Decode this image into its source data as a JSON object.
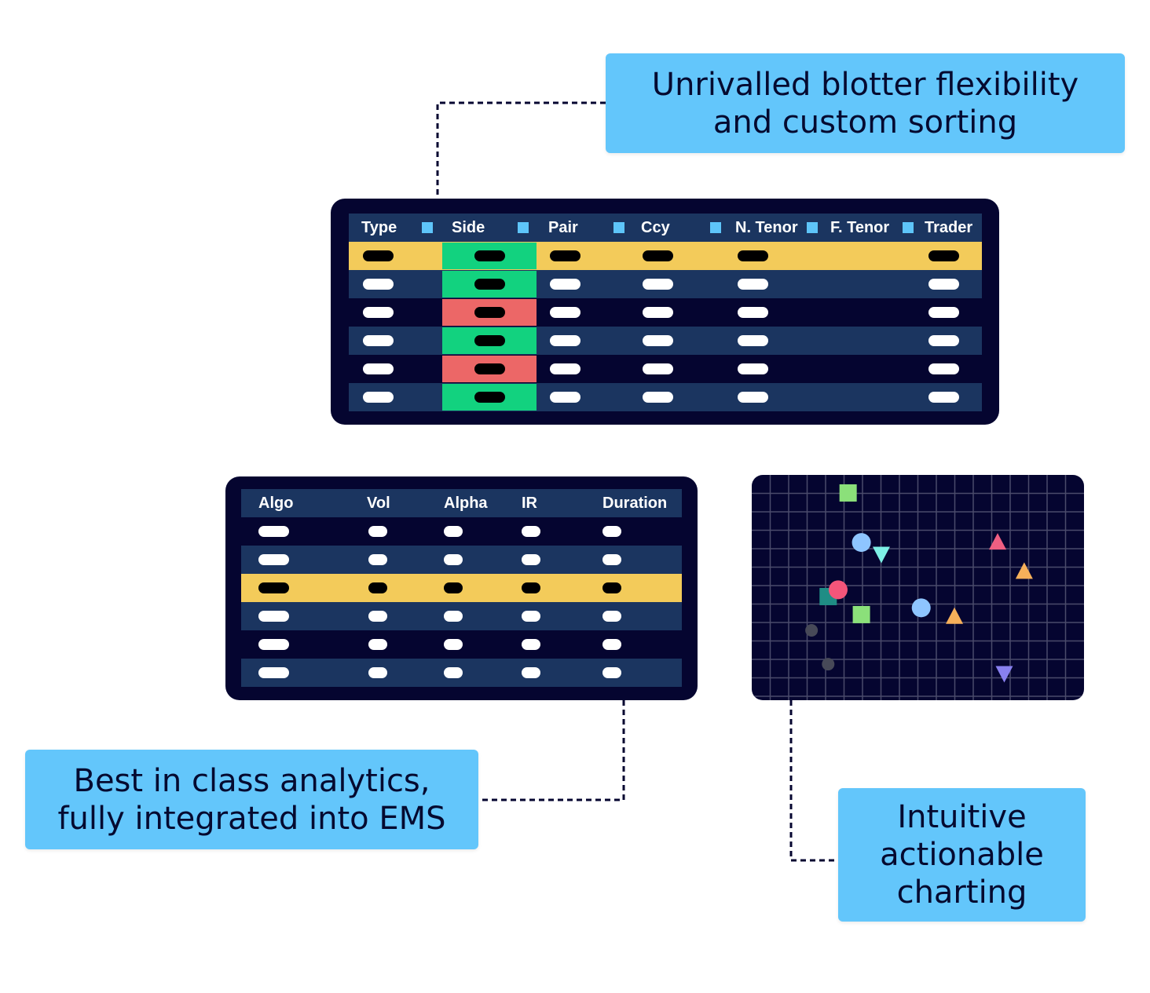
{
  "callouts": {
    "blotter": [
      "Unrivalled blotter flexibility",
      "and custom sorting"
    ],
    "analytics": [
      "Best in class analytics,",
      "fully integrated into EMS"
    ],
    "charting": [
      "Intuitive",
      "actionable",
      "charting"
    ]
  },
  "blotter": {
    "columns": [
      "Type",
      "Side",
      "Pair",
      "Ccy",
      "N. Tenor",
      "F. Tenor",
      "Trader"
    ],
    "sort_icon": "square-sort-icon",
    "rows": [
      {
        "side": "buy",
        "selected": true
      },
      {
        "side": "buy",
        "selected": false
      },
      {
        "side": "sell",
        "selected": false
      },
      {
        "side": "buy",
        "selected": false
      },
      {
        "side": "sell",
        "selected": false
      },
      {
        "side": "buy",
        "selected": false
      }
    ]
  },
  "analytics": {
    "columns": [
      "Algo",
      "Vol",
      "Alpha",
      "IR",
      "Duration"
    ],
    "rows": [
      {
        "selected": false
      },
      {
        "selected": false
      },
      {
        "selected": true
      },
      {
        "selected": false
      },
      {
        "selected": false
      },
      {
        "selected": false
      }
    ]
  },
  "colors": {
    "callout": "#63c6fb",
    "panel": "#050530",
    "row_alt": "#1b3560",
    "selected": "#f3cb5a",
    "buy": "#12d27f",
    "sell": "#ec6767"
  },
  "chart_data": {
    "type": "scatter",
    "grid": true,
    "points": [
      {
        "shape": "square",
        "color": "#8be07a",
        "x": 0.29,
        "y": 0.92
      },
      {
        "shape": "circle",
        "color": "#8ec5ff",
        "x": 0.33,
        "y": 0.7
      },
      {
        "shape": "triangle-down",
        "color": "#7ef0e6",
        "x": 0.39,
        "y": 0.65
      },
      {
        "shape": "triangle-up",
        "color": "#ef5f82",
        "x": 0.74,
        "y": 0.7
      },
      {
        "shape": "triangle-up",
        "color": "#f6b05a",
        "x": 0.82,
        "y": 0.57
      },
      {
        "shape": "square",
        "color": "#1f8d85",
        "x": 0.23,
        "y": 0.46
      },
      {
        "shape": "circle",
        "color": "#f4557a",
        "x": 0.26,
        "y": 0.49
      },
      {
        "shape": "square",
        "color": "#8be07a",
        "x": 0.33,
        "y": 0.38
      },
      {
        "shape": "circle",
        "color": "#8ec5ff",
        "x": 0.51,
        "y": 0.41
      },
      {
        "shape": "triangle-up",
        "color": "#f6b05a",
        "x": 0.61,
        "y": 0.37
      },
      {
        "shape": "circle",
        "color": "#474958",
        "x": 0.18,
        "y": 0.31
      },
      {
        "shape": "circle",
        "color": "#474958",
        "x": 0.23,
        "y": 0.16
      },
      {
        "shape": "triangle-down",
        "color": "#8880ef",
        "x": 0.76,
        "y": 0.12
      }
    ]
  }
}
